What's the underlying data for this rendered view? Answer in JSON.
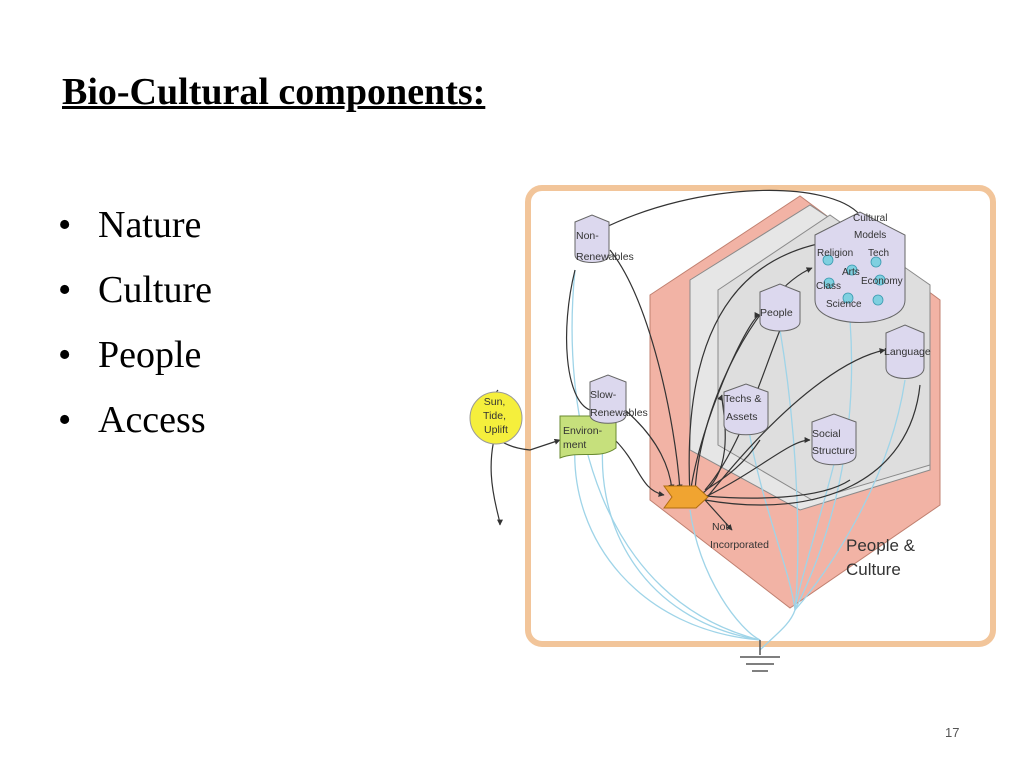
{
  "slide": {
    "title": "Bio-Cultural components:",
    "page_number": "17",
    "bullets": [
      {
        "label": "Nature"
      },
      {
        "label": "Culture"
      },
      {
        "label": "People"
      },
      {
        "label": "Access"
      }
    ]
  },
  "diagram": {
    "sources": {
      "sun": [
        "Sun,",
        "Tide,",
        "Uplift"
      ],
      "environment": [
        "Environ-",
        "ment"
      ]
    },
    "storages": {
      "non_renewables": [
        "Non-",
        "Renewables"
      ],
      "slow_renewables": [
        "Slow-",
        "Renewables"
      ],
      "people": [
        "People"
      ],
      "techs_assets": [
        "Techs &",
        "Assets"
      ],
      "social_structure": [
        "Social",
        "Structure"
      ],
      "language": [
        "Language"
      ]
    },
    "culture_cluster": {
      "title": [
        "Cultural",
        "Models"
      ],
      "items": {
        "religion": "Religion",
        "tech": "Tech",
        "arts": "Arts",
        "class": "Class",
        "economy": "Economy",
        "science": "Science"
      }
    },
    "labels": {
      "not_incorporated": [
        "Not",
        "Incorporated"
      ],
      "people_culture": [
        "People &",
        "Culture"
      ]
    },
    "colors": {
      "frame": "#f2c59a",
      "outer_hex": "#f2b3a5",
      "inner_hex": "#e0e0e0",
      "storage": "#dcd8ee",
      "sun": "#f5ef3c",
      "environment": "#c6e07c",
      "interaction": "#f0a431",
      "flow_black": "#333333",
      "flow_blue": "#9fd4e8"
    }
  }
}
